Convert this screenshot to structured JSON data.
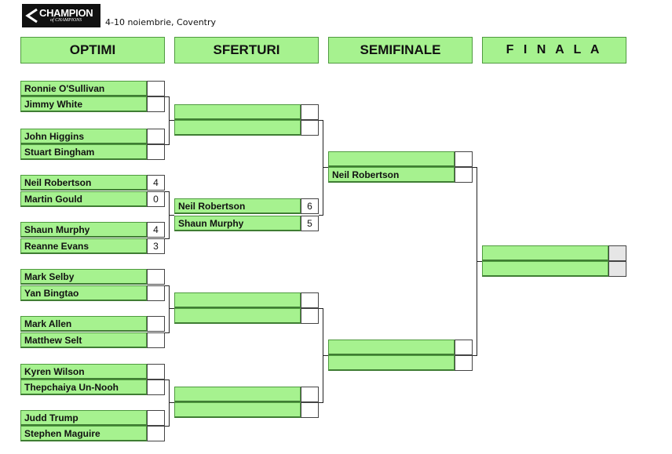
{
  "logo": {
    "main": "CHAMPION",
    "sub": "of CHAMPIONS"
  },
  "event": {
    "info": "4-10 noiembrie, Coventry"
  },
  "rounds": [
    {
      "label": "OPTIMI"
    },
    {
      "label": "SFERTURI"
    },
    {
      "label": "SEMIFINALE"
    },
    {
      "label": "F I N A L A"
    }
  ],
  "optimi": [
    {
      "name": "Ronnie O'Sullivan",
      "score": ""
    },
    {
      "name": "Jimmy White",
      "score": ""
    },
    {
      "name": "John Higgins",
      "score": ""
    },
    {
      "name": "Stuart Bingham",
      "score": ""
    },
    {
      "name": "Neil Robertson",
      "score": "4"
    },
    {
      "name": "Martin Gould",
      "score": "0"
    },
    {
      "name": "Shaun Murphy",
      "score": "4"
    },
    {
      "name": "Reanne Evans",
      "score": "3"
    },
    {
      "name": "Mark Selby",
      "score": ""
    },
    {
      "name": "Yan Bingtao",
      "score": ""
    },
    {
      "name": "Mark Allen",
      "score": ""
    },
    {
      "name": "Matthew Selt",
      "score": ""
    },
    {
      "name": "Kyren Wilson",
      "score": ""
    },
    {
      "name": "Thepchaiya Un-Nooh",
      "score": ""
    },
    {
      "name": "Judd Trump",
      "score": ""
    },
    {
      "name": "Stephen Maguire",
      "score": ""
    }
  ],
  "sferturi": [
    {
      "name": "",
      "score": ""
    },
    {
      "name": "",
      "score": ""
    },
    {
      "name": "Neil Robertson",
      "score": "6"
    },
    {
      "name": "Shaun Murphy",
      "score": "5"
    },
    {
      "name": "",
      "score": ""
    },
    {
      "name": "",
      "score": ""
    },
    {
      "name": "",
      "score": ""
    },
    {
      "name": "",
      "score": ""
    }
  ],
  "semifinale": [
    {
      "name": "",
      "score": ""
    },
    {
      "name": "Neil Robertson",
      "score": ""
    },
    {
      "name": "",
      "score": ""
    },
    {
      "name": "",
      "score": ""
    }
  ],
  "finala": [
    {
      "name": "",
      "score": ""
    },
    {
      "name": "",
      "score": ""
    }
  ]
}
